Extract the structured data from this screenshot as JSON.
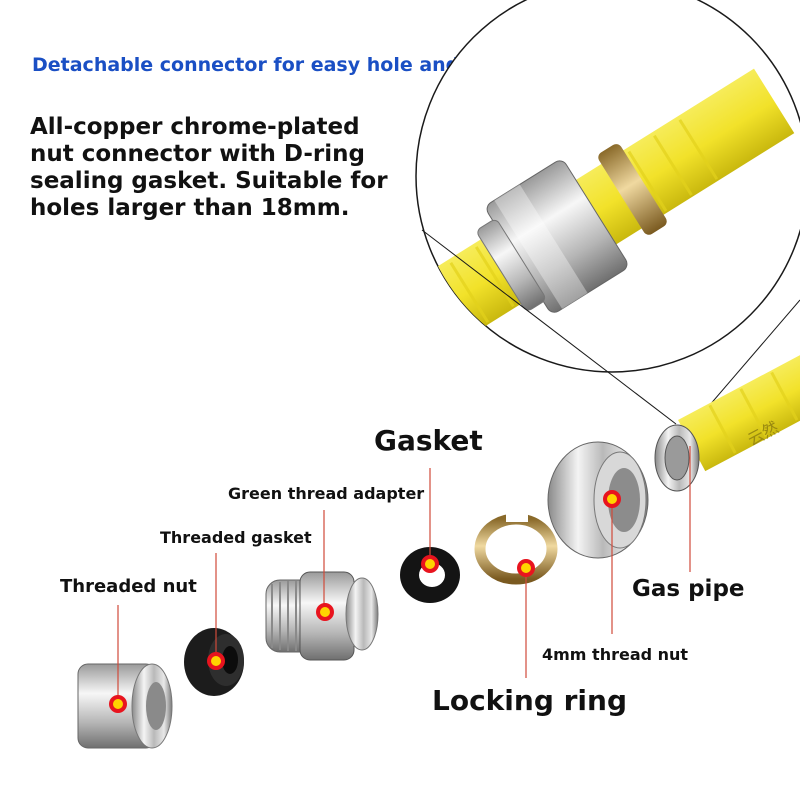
{
  "headline": "Detachable connector for easy hole and wall penetration",
  "description": "All-copper chrome-plated nut connector with D-ring sealing gasket. Suitable for holes larger than 18mm.",
  "labels": {
    "gasket": "Gasket",
    "green_thread_adapter": "Green thread adapter",
    "threaded_gasket": "Threaded gasket",
    "threaded_nut": "Threaded nut",
    "gas_pipe": "Gas pipe",
    "thread_nut_4mm": "4mm thread nut",
    "locking_ring": "Locking ring"
  },
  "hose_text": "云然",
  "colors": {
    "headline": "#1a4fc4",
    "hose_yellow": "#f2e22a",
    "marker_red": "#e8141e",
    "marker_yellow": "#ffd400",
    "leader_line": "#d04a3a"
  }
}
